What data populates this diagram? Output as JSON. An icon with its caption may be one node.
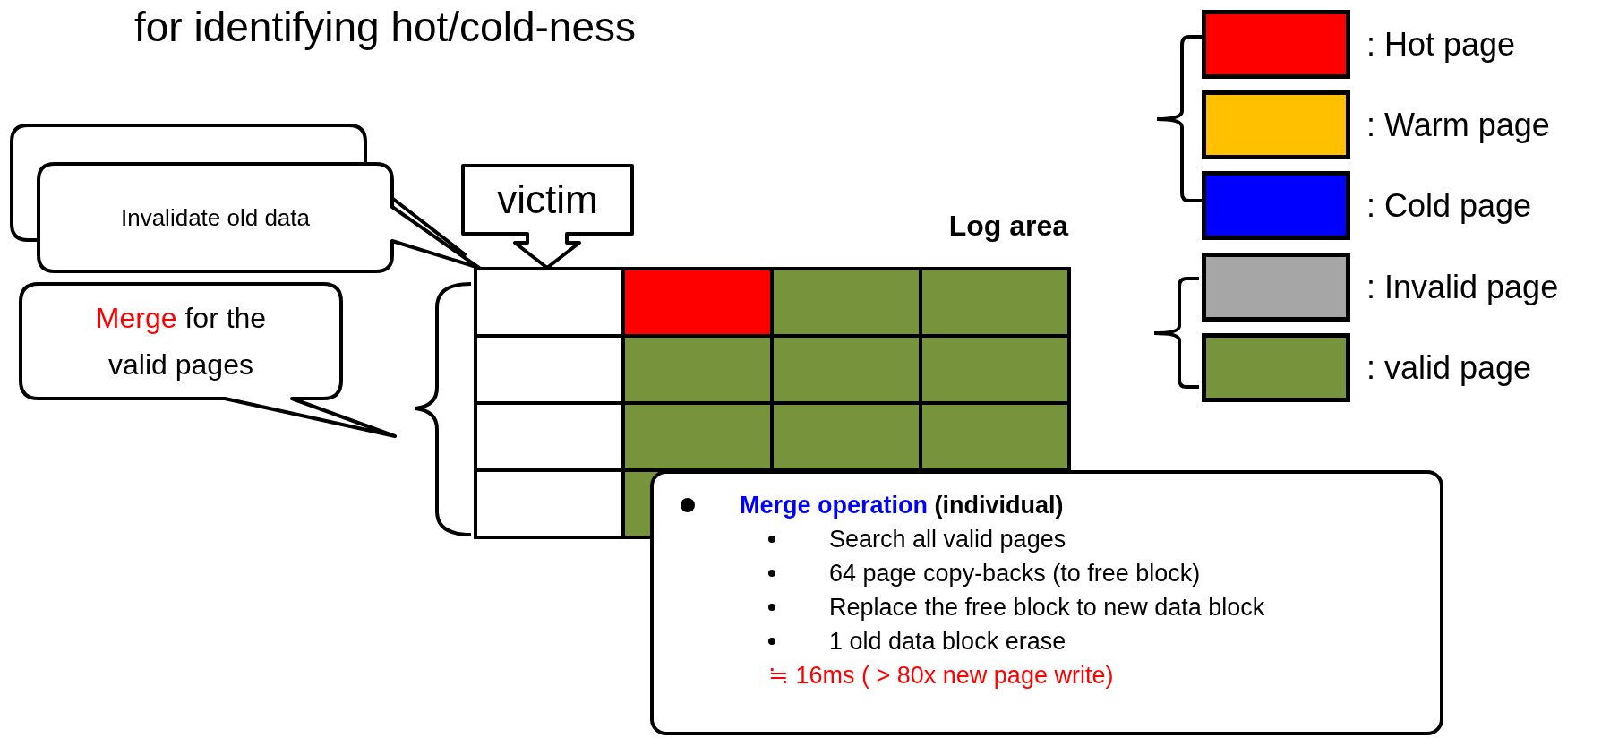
{
  "diagram": {
    "title": "for identifying hot/cold-ness",
    "nodes": [
      {
        "text": [],
        "shape": "box"
      },
      {
        "text": [
          "Invalidate old data"
        ]
      },
      {
        "text": [
          "Merge",
          "for the valid pages"
        ]
      },
      {
        "text": [
          "victim"
        ]
      },
      {
        "text": [
          "Merge operation",
          "(individual)",
          "Search all valid pages",
          "64 page copy-backs (to free block)",
          "Replace the free block to new data block",
          "1 old data block erase",
          "≒ 16ms ( > 80x new page write)"
        ]
      }
    ],
    "edges": [],
    "labels": [
      "Log area"
    ],
    "legend": [
      {
        "text": ": Hot page",
        "color": "#ff0000"
      },
      {
        "text": ": Warm page",
        "color": "#ffc000"
      },
      {
        "text": ": Cold page",
        "color": "#0000ff"
      },
      {
        "text": ": Invalid page",
        "color": "#a6a6a6"
      },
      {
        "text": ": valid page",
        "color": "#77933c"
      }
    ]
  }
}
